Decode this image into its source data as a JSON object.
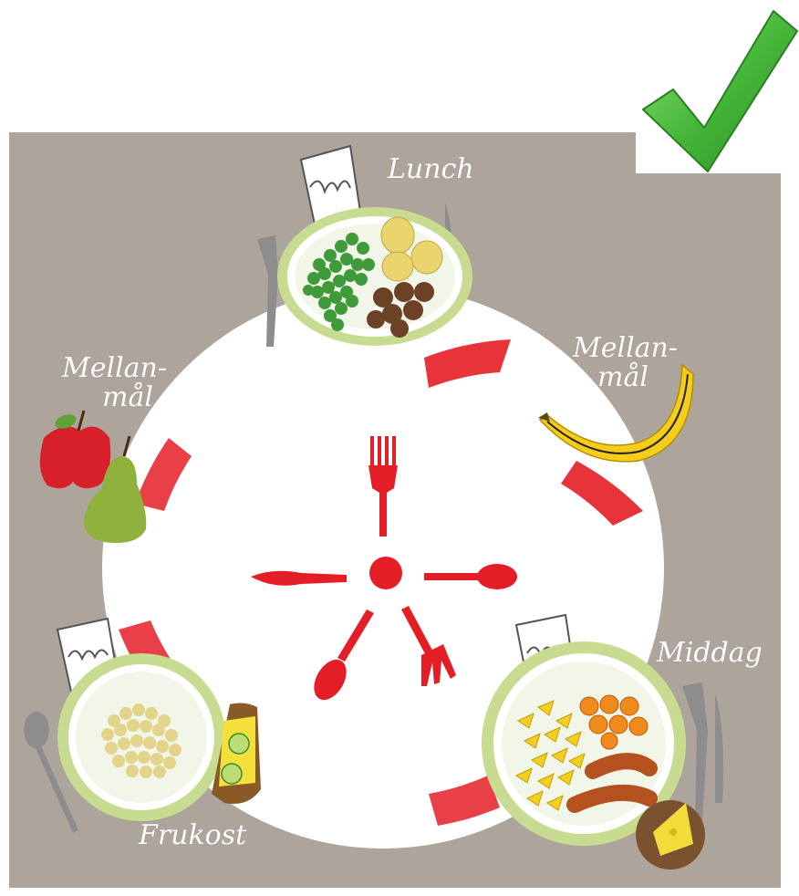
{
  "labels": {
    "lunch": "Lunch",
    "snack_left_1": "Mellan-",
    "snack_left_2": "mål",
    "snack_right_1": "Mellan-",
    "snack_right_2": "mål",
    "dinner": "Middag",
    "breakfast": "Frukost"
  },
  "icons": [
    "checkmark-icon",
    "fork-icon",
    "knife-icon",
    "spoon-icon",
    "glass-icon",
    "plate-icon",
    "banana-icon",
    "apple-icon",
    "pear-icon",
    "sandwich-icon",
    "cheese-icon"
  ],
  "colors": {
    "background": "#ada59c",
    "clock_face": "#ffffff",
    "accent_red": "#e41e26",
    "plate_rim": "#c7dc90",
    "check_green": "#4cbc3c"
  }
}
